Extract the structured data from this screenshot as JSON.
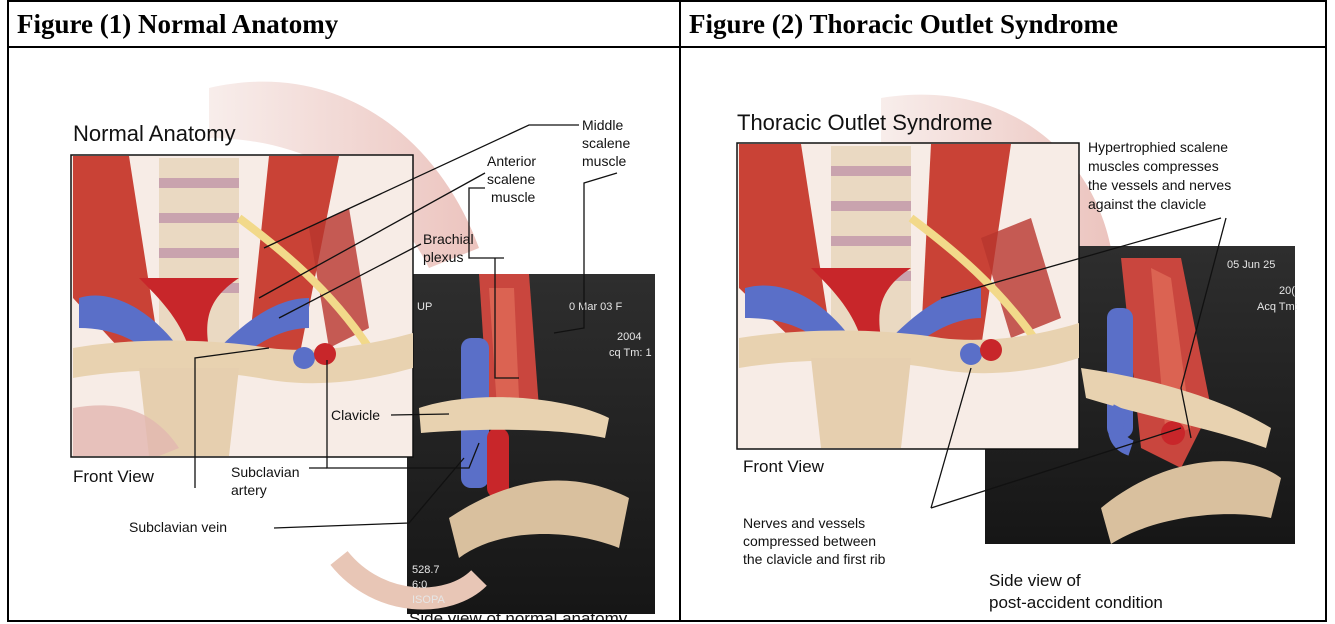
{
  "headers": {
    "figure1": "Figure (1) Normal Anatomy",
    "figure2": "Figure (2) Thoracic Outlet Syndrome"
  },
  "figure1": {
    "title": "Normal Anatomy",
    "front_view": "Front View",
    "side_caption": "Side view of normal anatomy",
    "labels": {
      "middle_scalene": [
        "Middle",
        "scalene",
        "muscle"
      ],
      "anterior_scalene": [
        "Anterior",
        "scalene",
        "muscle"
      ],
      "brachial_plexus": [
        "Brachial",
        "plexus"
      ],
      "clavicle": "Clavicle",
      "subclavian_artery": [
        "Subclavian",
        "artery"
      ],
      "subclavian_vein": "Subclavian vein"
    },
    "scan_overlay": [
      "UP",
      "0 Mar 03 F",
      "2004",
      "cq Tm: 1",
      "528.7",
      "6:0",
      "ISOPA"
    ]
  },
  "figure2": {
    "title": "Thoracic Outlet Syndrome",
    "front_view": "Front View",
    "side_caption": [
      "Side view of",
      "post-accident condition"
    ],
    "labels": {
      "hypertrophied": [
        "Hypertrophied scalene",
        "muscles compresses",
        "the vessels and nerves",
        "against the clavicle"
      ],
      "nerves_vessels": [
        "Nerves and vessels",
        "compressed between",
        "the clavicle and first rib"
      ]
    },
    "scan_overlay": [
      "05 Jun 25",
      "20(",
      "Acq Tm:"
    ]
  }
}
